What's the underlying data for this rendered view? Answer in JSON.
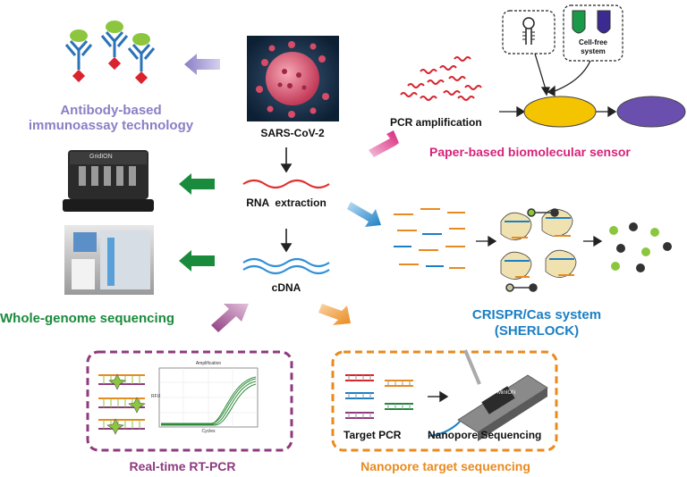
{
  "center": {
    "virus_label": "SARS-CoV-2",
    "rna_label": "RNA  extraction",
    "cdna_label": "cDNA"
  },
  "antibody": {
    "title_line1": "Antibody-based",
    "title_line2": "immunoassay technology"
  },
  "wgs": {
    "title": "Whole-genome sequencing",
    "device_logo": "GridION"
  },
  "paper": {
    "pcr_label": "PCR amplification",
    "cellfree_line1": "Cell-free",
    "cellfree_line2": "system",
    "title": "Paper-based biomolecular sensor"
  },
  "crispr": {
    "title_line1": "CRISPR/Cas system",
    "title_line2": "(SHERLOCK)"
  },
  "rtpcr": {
    "title": "Real-time RT-PCR",
    "plot_title": "Amplification",
    "plot_xlabel": "Cycles",
    "plot_ylabel": "RFU"
  },
  "nanopore": {
    "target_label": "Target PCR",
    "seq_label": "Nanopore Sequencing",
    "title": "Nanopore target sequencing",
    "device_logo": "MinION"
  },
  "colors": {
    "antibody": "#8a7fc6",
    "wgs": "#1a8a3c",
    "paper": "#d6237a",
    "crispr": "#1b7fc4",
    "rtpcr": "#8e3a7e",
    "nanopore": "#e98a1e",
    "rna": "#e03131",
    "cdna": "#2f8fd8"
  }
}
